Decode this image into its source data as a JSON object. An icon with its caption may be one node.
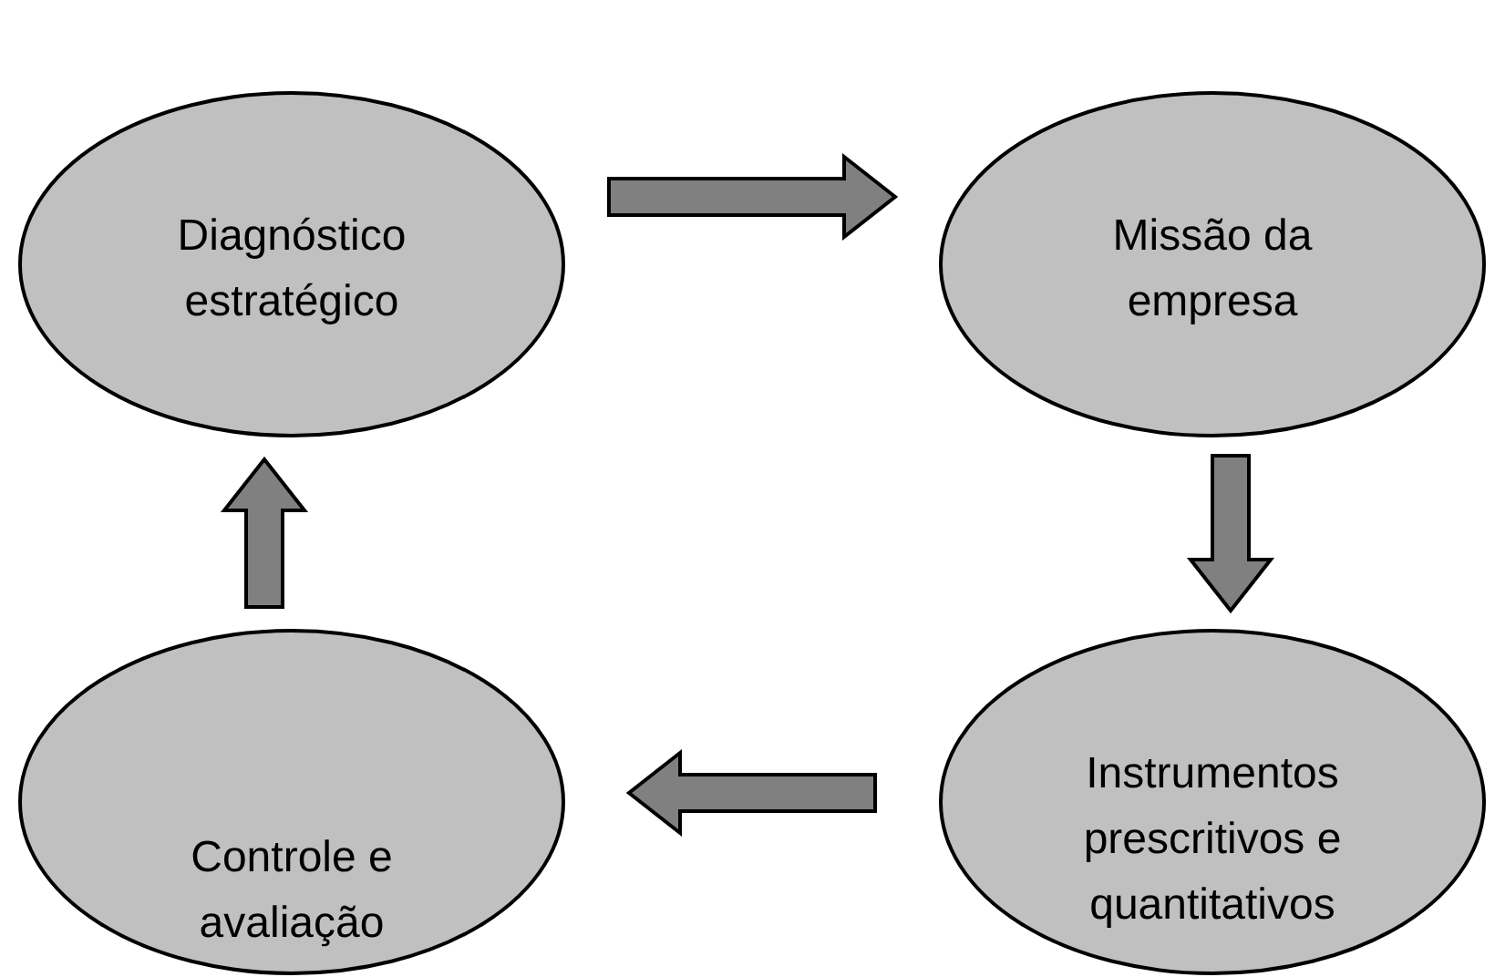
{
  "diagram": {
    "nodes": [
      {
        "text": [
          "Diagnóstico estratégico"
        ]
      },
      {
        "text": [
          "Missão da empresa"
        ]
      },
      {
        "text": [
          "Instrumentos prescritivos e quantitativos"
        ]
      },
      {
        "text": [
          "Controle e avaliação"
        ]
      }
    ],
    "edges": [
      {
        "from": 0,
        "to": 1,
        "arrow": "to"
      },
      {
        "from": 1,
        "to": 2,
        "arrow": "to"
      },
      {
        "from": 2,
        "to": 3,
        "arrow": "to"
      },
      {
        "from": 3,
        "to": 0,
        "arrow": "to"
      }
    ]
  }
}
